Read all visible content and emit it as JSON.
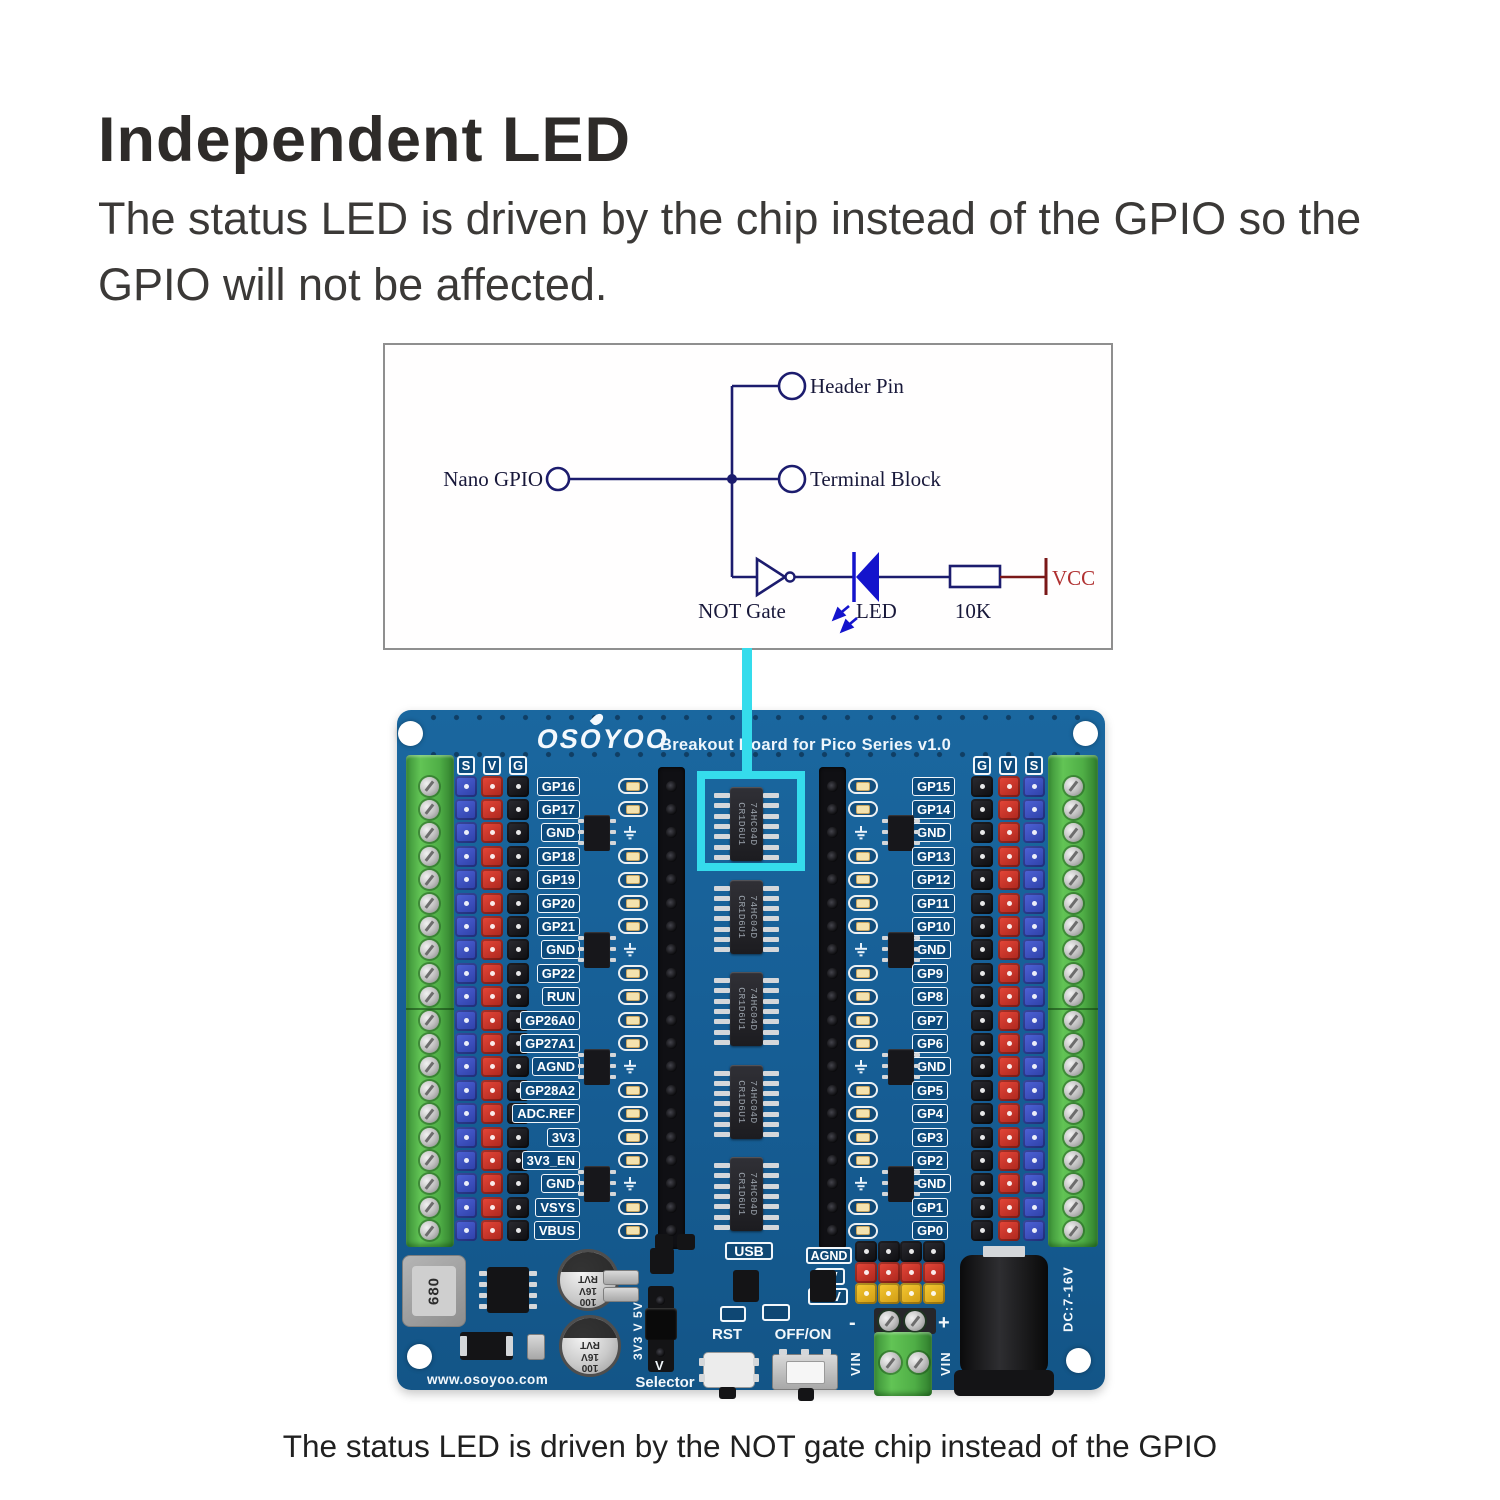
{
  "header": {
    "title": "Independent LED",
    "subtitle": "The status LED is driven by the chip instead of the GPIO so the GPIO will not be affected."
  },
  "diagram": {
    "nano_gpio": "Nano GPIO",
    "header_pin": "Header Pin",
    "terminal_block": "Terminal Block",
    "not_gate": "NOT Gate",
    "led": "LED",
    "resistor": "10K",
    "vcc": "VCC"
  },
  "colors": {
    "accent_cyan": "#35dcec",
    "pcb_blue": "#17629b",
    "schematic_navy": "#1c1c6e",
    "led_blue": "#1414cc",
    "vcc_red": "#b03030"
  },
  "board": {
    "brand": "OSOYOO",
    "board_title": "Breakout Board for Pico Series v1.0",
    "left_header_labels": [
      "S",
      "V",
      "G"
    ],
    "right_header_labels": [
      "G",
      "V",
      "S"
    ],
    "left_pins": [
      "GP16",
      "GP17",
      "GND",
      "GP18",
      "GP19",
      "GP20",
      "GP21",
      "GND",
      "GP22",
      "RUN",
      "GP26A0",
      "GP27A1",
      "AGND",
      "GP28A2",
      "ADC.REF",
      "3V3",
      "3V3_EN",
      "GND",
      "VSYS",
      "VBUS"
    ],
    "right_pins": [
      "GP15",
      "GP14",
      "GND",
      "GP13",
      "GP12",
      "GP11",
      "GP10",
      "GND",
      "GP9",
      "GP8",
      "GP7",
      "GP6",
      "GND",
      "GP5",
      "GP4",
      "GP3",
      "GP2",
      "GND",
      "GP1",
      "GP0"
    ],
    "chip_marking": [
      "74HC04D",
      "CR1D6U1"
    ],
    "usb_label": "USB",
    "power_labels": [
      "AGND",
      "5V",
      "3.3V"
    ],
    "rst_label": "RST",
    "switch_label": "OFF/ON",
    "vin_label": "VIN",
    "minus_sign": "-",
    "plus_sign": "+",
    "selector_range": "3V3 V 5V",
    "selector_v": "V",
    "selector_label": "Selector",
    "website": "www.osoyoo.com",
    "dc_label": "DC:7-16V",
    "inductor_marking": "680",
    "cap_marking": [
      "100",
      "16V",
      "RVT"
    ]
  },
  "caption": "The status LED is driven by the NOT gate chip instead of the GPIO"
}
